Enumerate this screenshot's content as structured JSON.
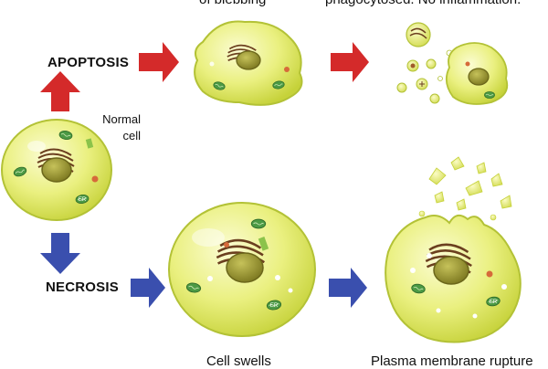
{
  "labels": {
    "apoptosis": "APOPTOSIS",
    "necrosis": "NECROSIS",
    "normal_cell_line1": "Normal",
    "normal_cell_line2": "cell",
    "blebbing_caption": "of blebbing",
    "phagocytosed_caption": "phagocytosed.  No inflammation.",
    "cell_swells_caption": "Cell swells",
    "membrane_rupture_caption": "Plasma membrane rupture"
  },
  "organelle_text": "ER",
  "colors": {
    "apoptosis_arrow": "#d42a2a",
    "necrosis_arrow": "#3a4fae",
    "cell_fill": "#e4ec58",
    "cell_outline": "#b8c63a",
    "nucleus": "#8f8f22",
    "organelle_green": "#3c8f3c",
    "membrane_brown": "#6b3f1f"
  }
}
